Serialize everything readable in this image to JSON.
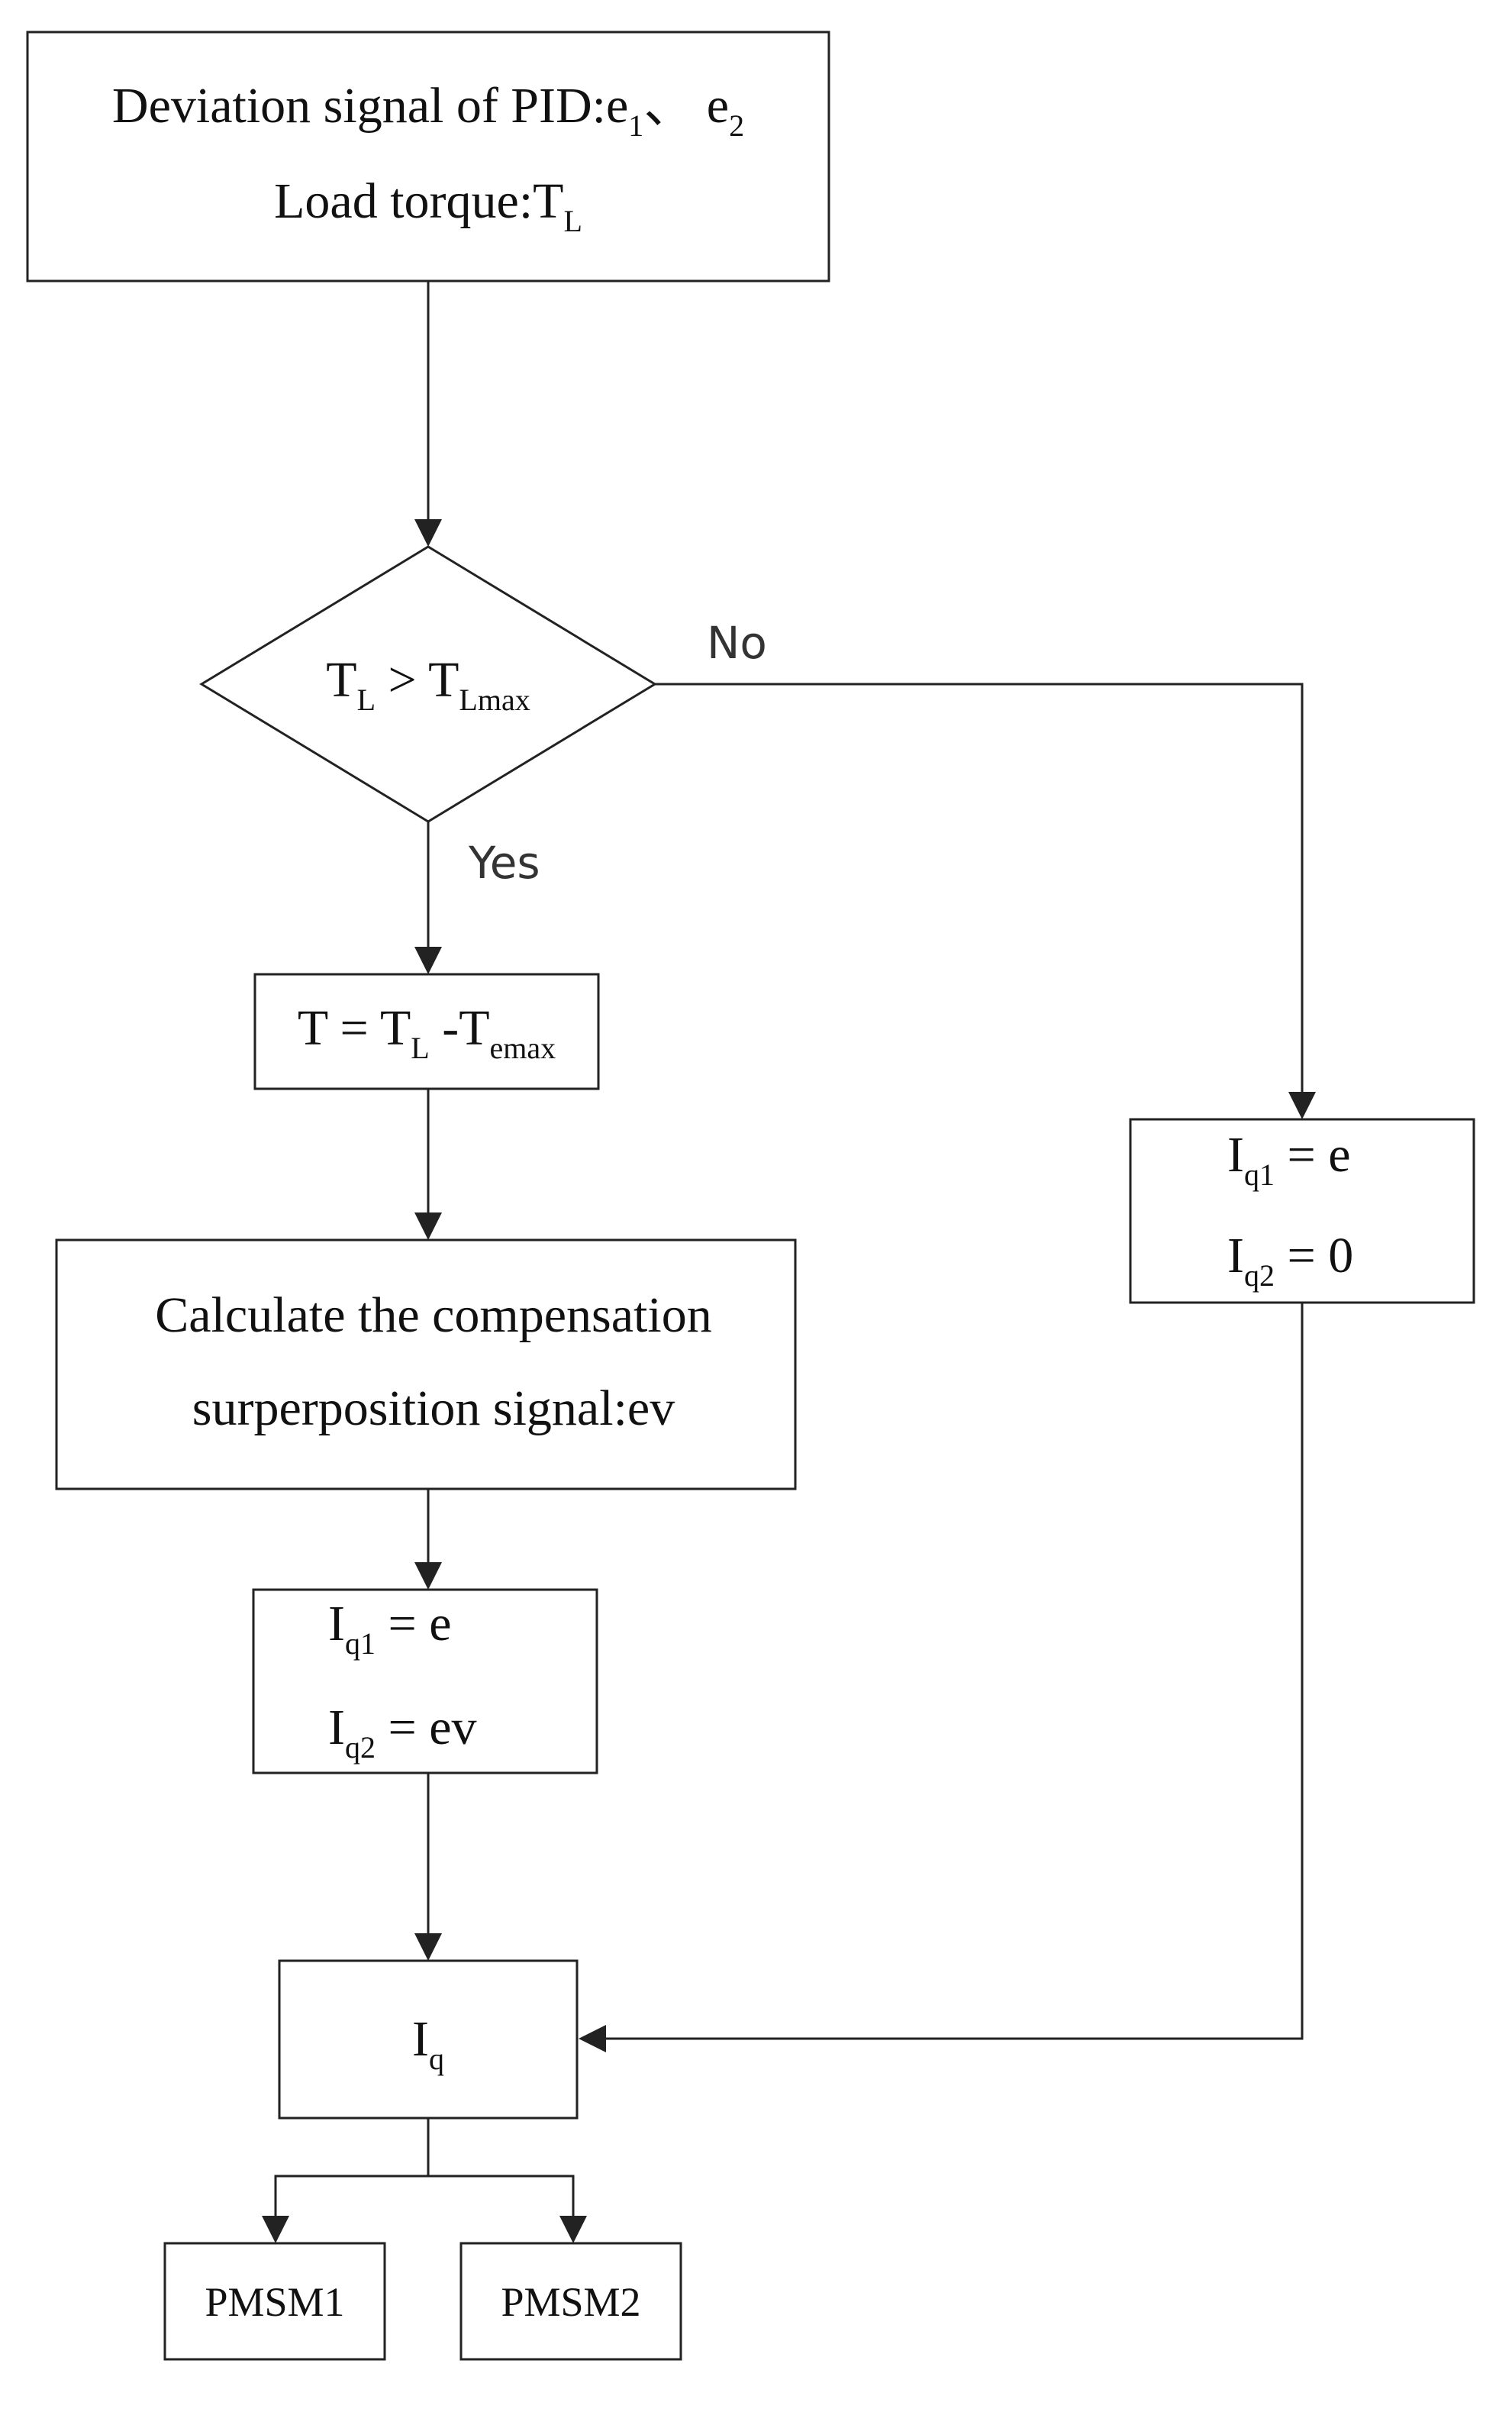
{
  "colors": {
    "line": "#222222",
    "text": "#111111",
    "background": "#ffffff"
  },
  "start": {
    "line1_prefix": "Deviation signal of PID:e",
    "line1_sub1": "1",
    "line1_sep": "、 e",
    "line1_sub2": "2",
    "line2_prefix": "Load torque:T",
    "line2_sub": "L"
  },
  "decision": {
    "lhs": "T",
    "lhs_sub": "L",
    "op": " > T",
    "rhs_sub": "Lmax",
    "yes_label": "Yes",
    "no_label": "No"
  },
  "compute_t": {
    "prefix": "T = T",
    "sub1": "L",
    "mid": " -T",
    "sub2": "emax"
  },
  "compensation": {
    "line1": "Calculate the compensation",
    "line2": "surperposition signal:ev"
  },
  "assign_yes": {
    "line1_base": "I",
    "line1_sub": "q1",
    "line1_rest": " = e",
    "line2_base": "I",
    "line2_sub": "q2",
    "line2_rest": " = ev"
  },
  "assign_no": {
    "line1_base": "I",
    "line1_sub": "q1",
    "line1_rest": " = e",
    "line2_base": "I",
    "line2_sub": "q2",
    "line2_rest": " = 0"
  },
  "iq": {
    "base": "I",
    "sub": "q"
  },
  "motors": [
    "PMSM1",
    "PMSM2"
  ]
}
